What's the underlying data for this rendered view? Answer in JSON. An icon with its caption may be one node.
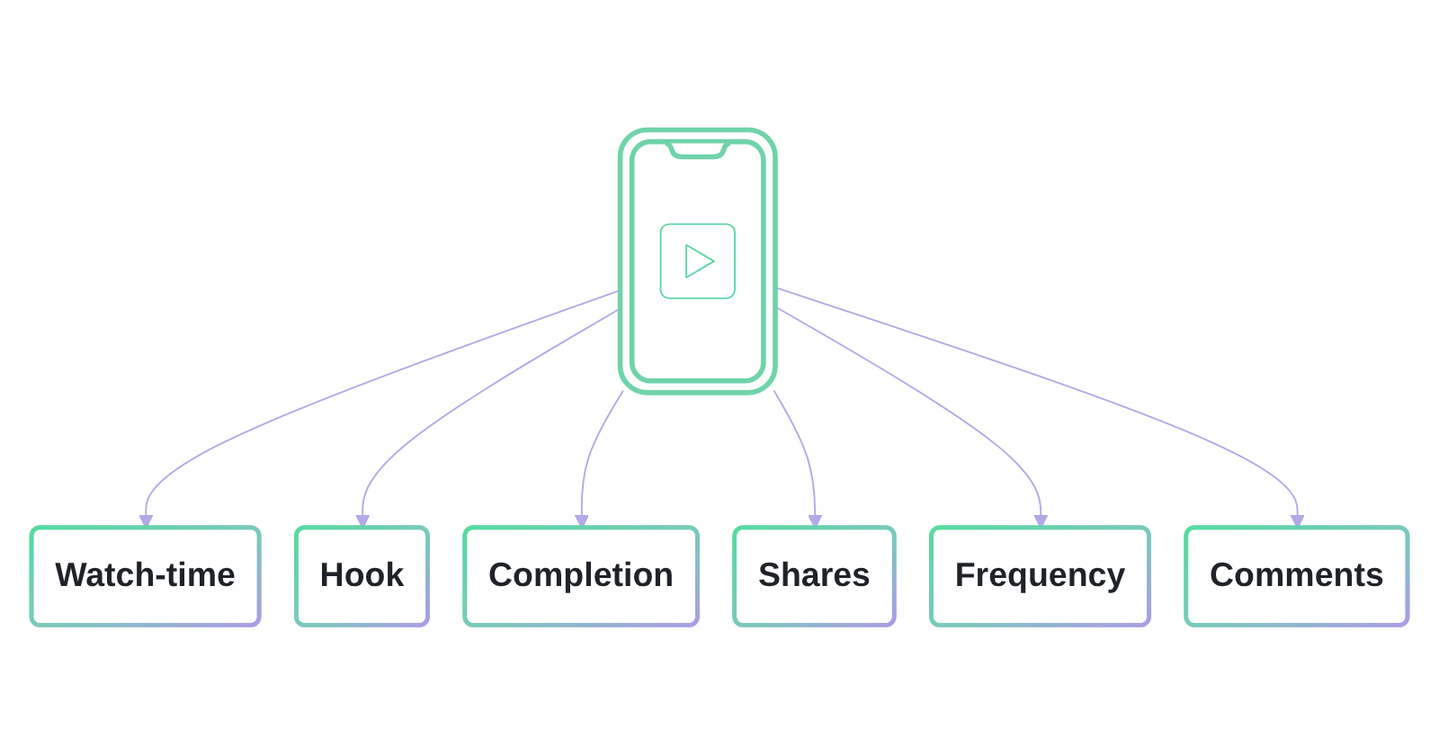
{
  "diagram": {
    "nodes": [
      {
        "text": [
          "Watch-time"
        ]
      },
      {
        "text": [
          "Hook"
        ]
      },
      {
        "text": [],
        "shape": "phone"
      },
      {
        "text": [
          "Completion"
        ]
      },
      {
        "text": [
          "Shares"
        ]
      },
      {
        "text": [
          "Frequency"
        ]
      },
      {
        "text": [
          "Comments"
        ]
      }
    ],
    "edges": [
      {
        "from": 2,
        "to": 0,
        "arrow": "to"
      },
      {
        "from": 2,
        "to": 1,
        "arrow": "to"
      },
      {
        "from": 2,
        "to": 3,
        "arrow": "to"
      },
      {
        "from": 2,
        "to": 4,
        "arrow": "to"
      },
      {
        "from": 2,
        "to": 5,
        "arrow": "to"
      },
      {
        "from": 2,
        "to": 6,
        "arrow": "to"
      }
    ]
  }
}
